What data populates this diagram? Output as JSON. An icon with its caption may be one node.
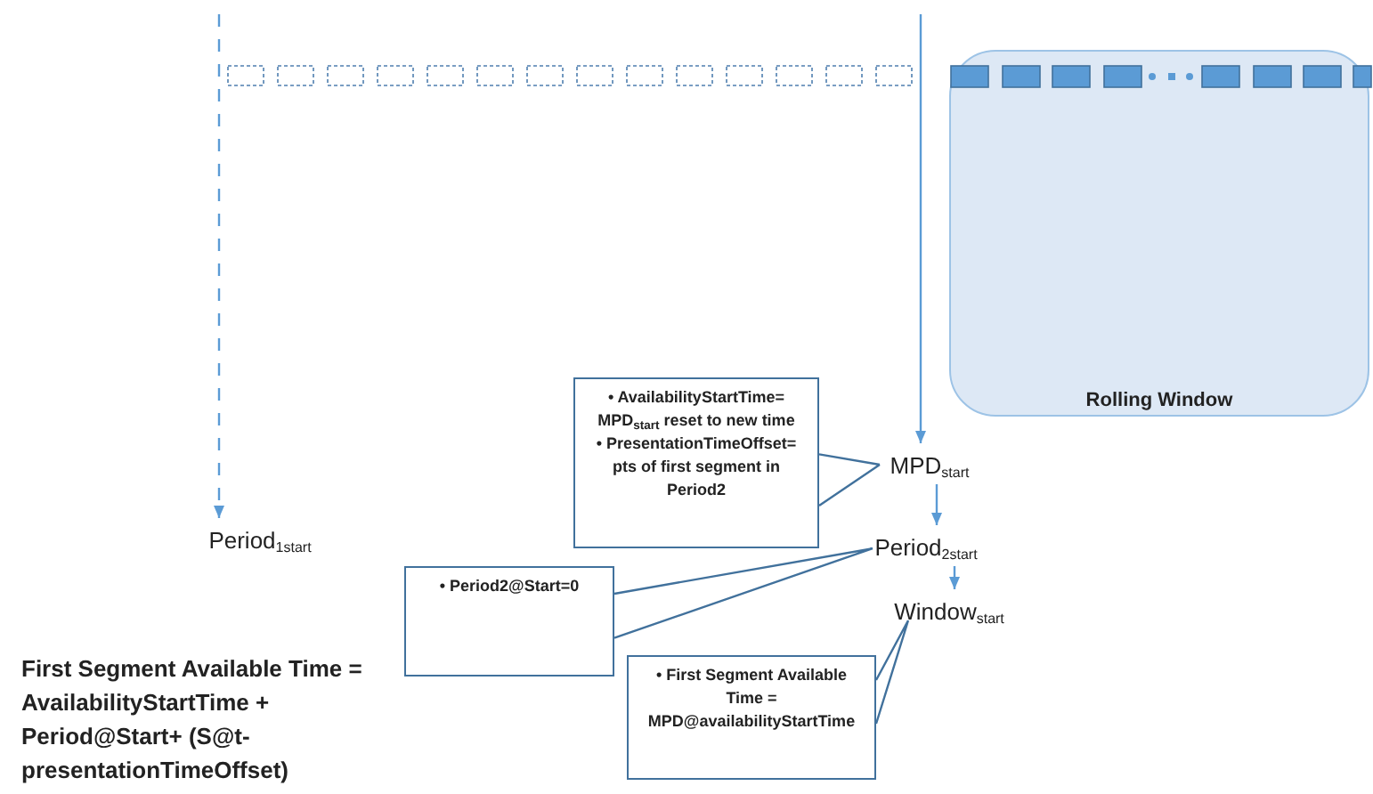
{
  "diagram": {
    "nodes": [
      {
        "text": [
          "Rolling Window"
        ]
      },
      {
        "text": [
          "MPD$_{start}$"
        ]
      },
      {
        "text": [
          "Period$_{2start}$"
        ]
      },
      {
        "text": [
          "Window$_{start}$"
        ]
      },
      {
        "text": [
          "Period$_{1start}$"
        ]
      },
      {
        "text": [
          "• AvailabilityStartTime= MPD$_{start}$ reset to new time",
          "• PresentationTimeOffset= pts of first segment in Period2"
        ]
      },
      {
        "text": [
          "• Period2@Start=0"
        ]
      },
      {
        "text": [
          "• First Segment Available Time = MPD@availabilityStartTime"
        ]
      }
    ],
    "edges": [
      {
        "from": null,
        "to": 1,
        "arrow": "to"
      },
      {
        "from": 1,
        "to": 2,
        "arrow": "to"
      },
      {
        "from": 2,
        "to": 3,
        "arrow": "to"
      },
      {
        "from": null,
        "to": 4,
        "arrow": "to",
        "style": "dashed"
      },
      {
        "from": 5,
        "to": 1,
        "arrow": "none"
      },
      {
        "from": 6,
        "to": 2,
        "arrow": "none"
      },
      {
        "from": 7,
        "to": 3,
        "arrow": "none"
      }
    ],
    "labels": [
      "First Segment Available Time = AvailabilityStartTime + Period@Start+ (S@t-presentationTimeOffset)"
    ]
  }
}
